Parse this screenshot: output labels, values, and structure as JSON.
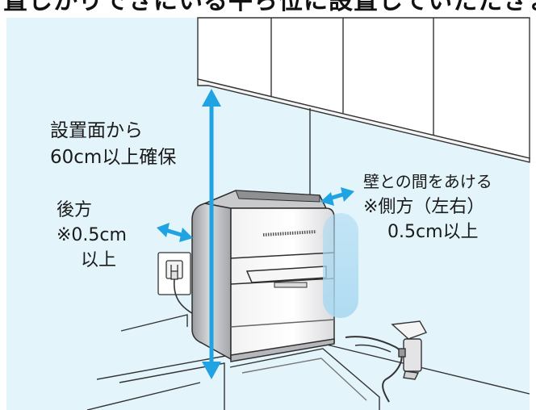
{
  "banner": {
    "text": "置しかりできにいる平ら位に設置していたたきま"
  },
  "labels": {
    "height": {
      "line1": "設置面から",
      "line2": "60cm以上確保"
    },
    "back": {
      "line1": "後方",
      "line2": "※0.5cm",
      "line3": "以上"
    },
    "side": {
      "line1": "壁との間をあける",
      "line2": "※側方（左右）",
      "line3": "0.5cm以上"
    }
  },
  "colors": {
    "panel_bg": "#e3f4fb",
    "arrow": "#1fa3e2",
    "side_zone": "#a9d9f1",
    "outline": "#333333"
  },
  "icons": [
    "double-arrow-vertical",
    "double-arrow-horizontal",
    "power-outlet",
    "faucet"
  ]
}
